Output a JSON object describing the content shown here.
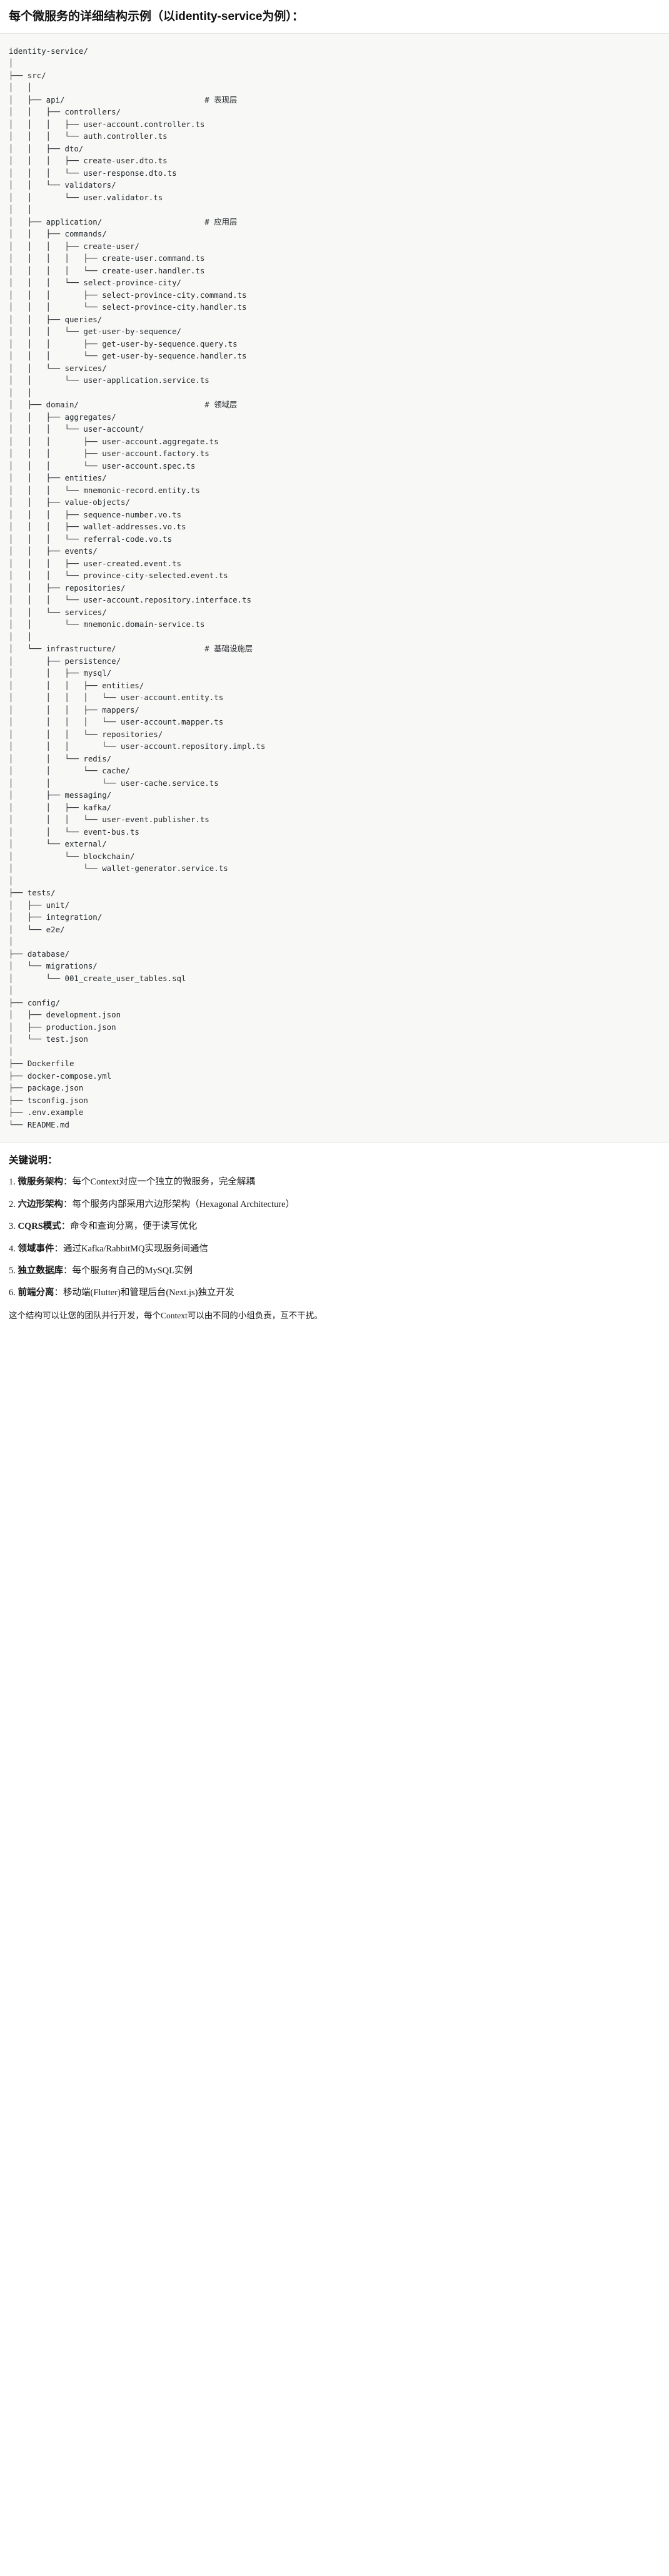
{
  "heading": {
    "text": "每个微服务的详细结构示例（以identity-service为例）："
  },
  "code_block": {
    "language": "text",
    "root": "identity-service/",
    "comments": {
      "api": "# 表现层",
      "application": "# 应用层",
      "domain": "# 领域层",
      "infrastructure": "# 基础设施层"
    },
    "tree_text": "identity-service/\n│\n├── src/\n│   │\n│   ├── api/                              # 表现层\n│   │   ├── controllers/\n│   │   │   ├── user-account.controller.ts\n│   │   │   └── auth.controller.ts\n│   │   ├── dto/\n│   │   │   ├── create-user.dto.ts\n│   │   │   └── user-response.dto.ts\n│   │   └── validators/\n│   │       └── user.validator.ts\n│   │\n│   ├── application/                      # 应用层\n│   │   ├── commands/\n│   │   │   ├── create-user/\n│   │   │   │   ├── create-user.command.ts\n│   │   │   │   └── create-user.handler.ts\n│   │   │   └── select-province-city/\n│   │   │       ├── select-province-city.command.ts\n│   │   │       └── select-province-city.handler.ts\n│   │   ├── queries/\n│   │   │   └── get-user-by-sequence/\n│   │   │       ├── get-user-by-sequence.query.ts\n│   │   │       └── get-user-by-sequence.handler.ts\n│   │   └── services/\n│   │       └── user-application.service.ts\n│   │\n│   ├── domain/                           # 领域层\n│   │   ├── aggregates/\n│   │   │   └── user-account/\n│   │   │       ├── user-account.aggregate.ts\n│   │   │       ├── user-account.factory.ts\n│   │   │       └── user-account.spec.ts\n│   │   ├── entities/\n│   │   │   └── mnemonic-record.entity.ts\n│   │   ├── value-objects/\n│   │   │   ├── sequence-number.vo.ts\n│   │   │   ├── wallet-addresses.vo.ts\n│   │   │   └── referral-code.vo.ts\n│   │   ├── events/\n│   │   │   ├── user-created.event.ts\n│   │   │   └── province-city-selected.event.ts\n│   │   ├── repositories/\n│   │   │   └── user-account.repository.interface.ts\n│   │   └── services/\n│   │       └── mnemonic.domain-service.ts\n│   │\n│   └── infrastructure/                   # 基础设施层\n│       ├── persistence/\n│       │   ├── mysql/\n│       │   │   ├── entities/\n│       │   │   │   └── user-account.entity.ts\n│       │   │   ├── mappers/\n│       │   │   │   └── user-account.mapper.ts\n│       │   │   └── repositories/\n│       │   │       └── user-account.repository.impl.ts\n│       │   └── redis/\n│       │       └── cache/\n│       │           └── user-cache.service.ts\n│       ├── messaging/\n│       │   ├── kafka/\n│       │   │   └── user-event.publisher.ts\n│       │   └── event-bus.ts\n│       └── external/\n│           └── blockchain/\n│               └── wallet-generator.service.ts\n│\n├── tests/\n│   ├── unit/\n│   ├── integration/\n│   └── e2e/\n│\n├── database/\n│   └── migrations/\n│       └── 001_create_user_tables.sql\n│\n├── config/\n│   ├── development.json\n│   ├── production.json\n│   └── test.json\n│\n├── Dockerfile\n├── docker-compose.yml\n├── package.json\n├── tsconfig.json\n├── .env.example\n└── README.md"
  },
  "notes": {
    "title": "关键说明：",
    "items": [
      {
        "lead": "微服务架构",
        "sep": "：",
        "body": "每个Context对应一个独立的微服务，完全解耦"
      },
      {
        "lead": "六边形架构",
        "sep": "：",
        "body": "每个服务内部采用六边形架构（Hexagonal Architecture）"
      },
      {
        "lead": "CQRS模式",
        "sep": "：",
        "body": "命令和查询分离，便于读写优化"
      },
      {
        "lead": "领域事件",
        "sep": "：",
        "body": "通过Kafka/RabbitMQ实现服务间通信"
      },
      {
        "lead": "独立数据库",
        "sep": "：",
        "body": "每个服务有自己的MySQL实例"
      },
      {
        "lead": "前端分离",
        "sep": "：",
        "body": "移动端(Flutter)和管理后台(Next.js)独立开发"
      }
    ],
    "closing": "这个结构可以让您的团队并行开发，每个Context可以由不同的小组负责，互不干扰。"
  }
}
